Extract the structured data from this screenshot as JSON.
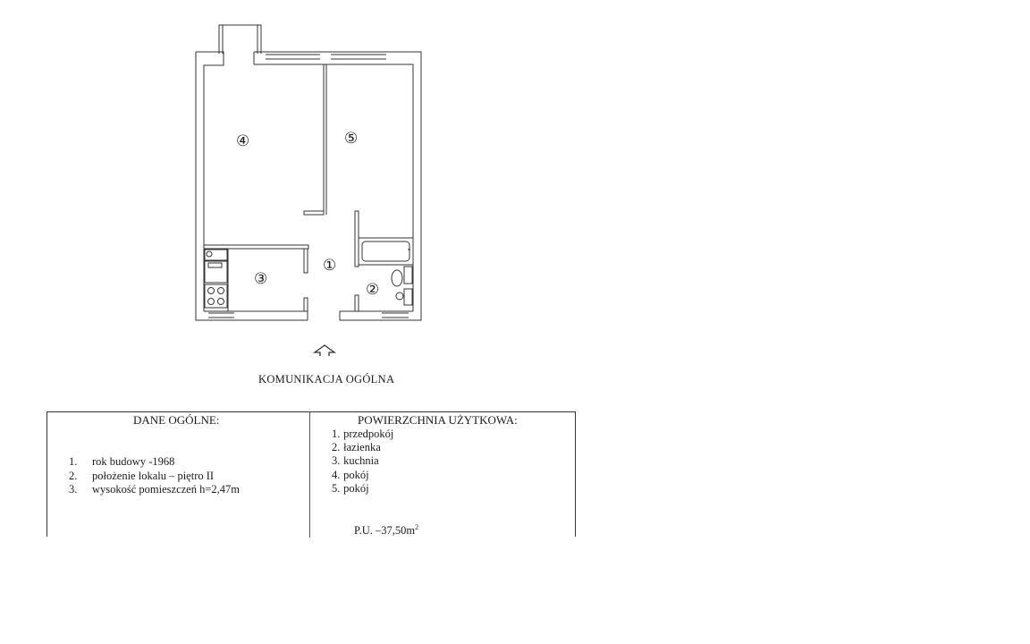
{
  "floor_plan": {
    "rooms": [
      {
        "number": "1",
        "label": "①"
      },
      {
        "number": "2",
        "label": "②"
      },
      {
        "number": "3",
        "label": "③"
      },
      {
        "number": "4",
        "label": "④"
      },
      {
        "number": "5",
        "label": "⑤"
      }
    ],
    "entrance_icon": "up-arrow-icon",
    "caption": "KOMUNIKACJA OGÓLNA"
  },
  "general_data": {
    "header": "DANE OGÓLNE:",
    "items": [
      {
        "n": "1.",
        "text": "rok budowy -1968"
      },
      {
        "n": "2.",
        "text": "położenie lokalu – piętro II"
      },
      {
        "n": "3.",
        "text": "wysokość pomieszczeń h=2,47m"
      }
    ]
  },
  "usable_area": {
    "header": "POWIERZCHNIA UŻYTKOWA:",
    "items": [
      {
        "n": "1.",
        "text": "przedpokój"
      },
      {
        "n": "2.",
        "text": "łazienka"
      },
      {
        "n": "3.",
        "text": "kuchnia"
      },
      {
        "n": "4.",
        "text": "pokój"
      },
      {
        "n": "5.",
        "text": "pokój"
      }
    ],
    "total_prefix": "P.U. –37,50m",
    "total_unit_sup": "2"
  }
}
